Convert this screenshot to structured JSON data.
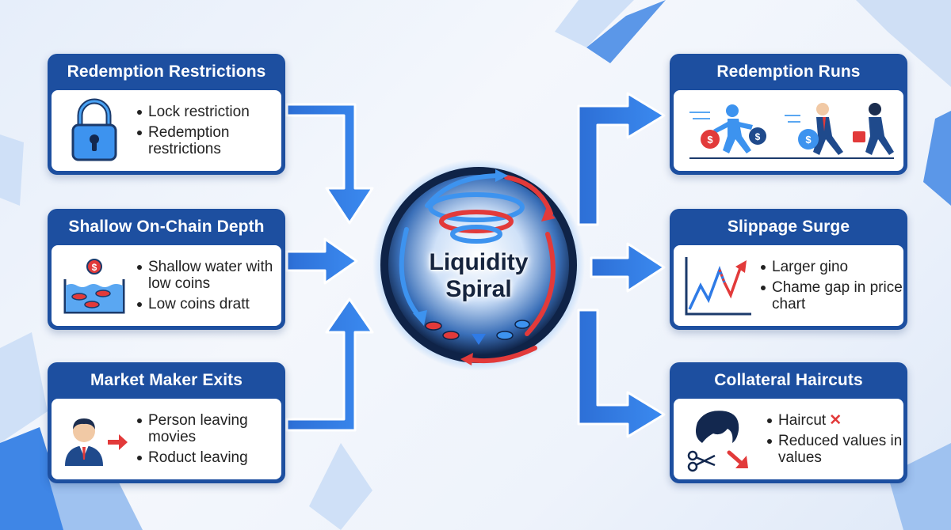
{
  "center": {
    "label_line1": "Liquidity",
    "label_line2": "Spiral"
  },
  "left": [
    {
      "title": "Redemption Restrictions",
      "icon": "padlock-icon",
      "bullets": [
        "Lock restriction",
        "Redemption restrictions"
      ]
    },
    {
      "title": "Shallow On-Chain Depth",
      "icon": "shallow-water-coins-icon",
      "bullets": [
        "Shallow water with low coins",
        "Low coins dratt"
      ]
    },
    {
      "title": "Market Maker Exits",
      "icon": "person-leaving-icon",
      "bullets": [
        "Person leaving movies",
        "Roduct leaving"
      ]
    }
  ],
  "right": [
    {
      "title": "Redemption Runs",
      "icon": "running-people-money-bags-icon"
    },
    {
      "title": "Slippage Surge",
      "icon": "price-gap-chart-icon",
      "bullets": [
        "Larger gino",
        "Chame gap in price chart"
      ]
    },
    {
      "title": "Collateral Haircuts",
      "icon": "haircut-scissors-icon",
      "bullets": [
        "Haircut",
        "Reduced values in values"
      ]
    }
  ],
  "colors": {
    "card": "#1d4fa0",
    "arrow": "#2f7be6",
    "red": "#e23a3a",
    "ink": "#16243d"
  }
}
